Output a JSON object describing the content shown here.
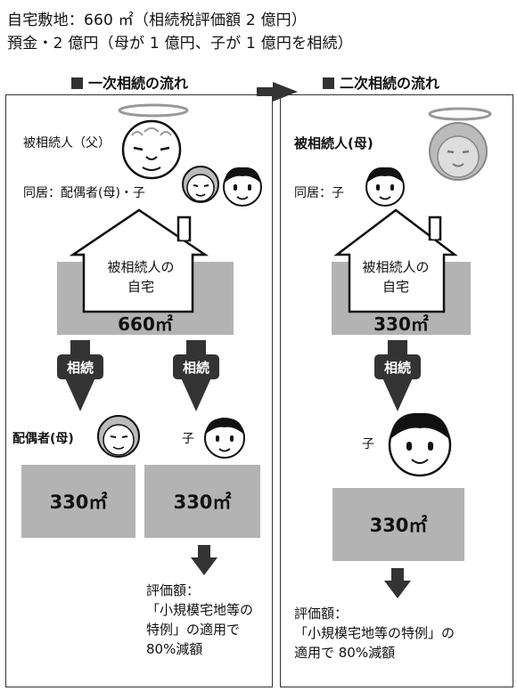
{
  "header": {
    "line1": "自宅敷地：660 ㎡（相続税評価額 2 億円）",
    "line2": "預金・2 億円（母が 1 億円、子が 1 億円を相続）"
  },
  "first": {
    "title": "一次相続の流れ",
    "deceased_label": "被相続人（父）",
    "cohabit_label": "同居：配偶者(母)・子",
    "house_label_1": "被相続人の",
    "house_label_2": "自宅",
    "land_area": "660㎡",
    "inherit_left": "相続",
    "inherit_right": "相続",
    "spouse_label": "配偶者(母)",
    "child_label": "子",
    "land_left": "330㎡",
    "land_right": "330㎡",
    "note_1": "評価額：",
    "note_2": "「小規模宅地等の",
    "note_3": "特例」の適用で",
    "note_4": "80%減額"
  },
  "second": {
    "title": "二次相続の流れ",
    "deceased_label": "被相続人(母)",
    "cohabit_label": "同居：子",
    "house_label_1": "被相続人の",
    "house_label_2": "自宅",
    "land_area": "330㎡",
    "inherit": "相続",
    "child_label": "子",
    "land_result": "330㎡",
    "note_1": "評価額：",
    "note_2": "「小規模宅地等の特例」の",
    "note_3": "適用で 80%減額"
  }
}
